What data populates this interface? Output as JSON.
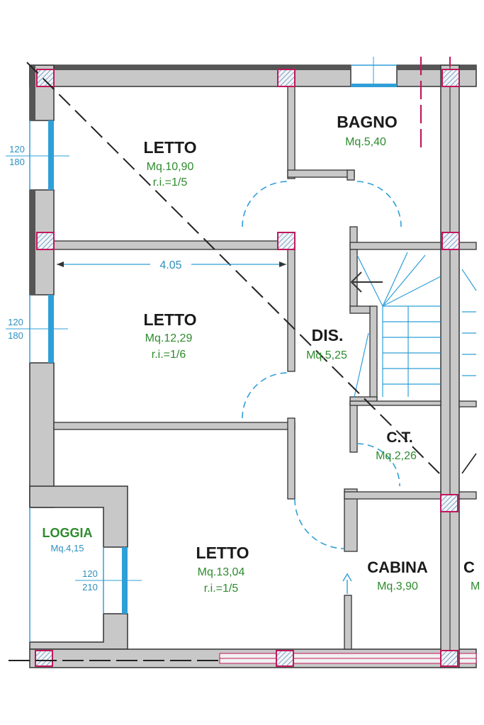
{
  "rooms": [
    {
      "name": "LETTO",
      "area": "Mq.10,90",
      "ratio": "r.i.=1/5"
    },
    {
      "name": "BAGNO",
      "area": "Mq.5,40"
    },
    {
      "name": "LETTO",
      "area": "Mq.12,29",
      "ratio": "r.i.=1/6"
    },
    {
      "name": "DIS.",
      "area": "Mq.5,25"
    },
    {
      "name": "C.T.",
      "area": "Mq.2,26"
    },
    {
      "name": "LOGGIA",
      "area": "Mq.4,15"
    },
    {
      "name": "LETTO",
      "area": "Mq.13,04",
      "ratio": "r.i.=1/5"
    },
    {
      "name": "CABINA",
      "area": "Mq.3,90"
    },
    {
      "name": "C",
      "area": "M"
    }
  ],
  "windows": [
    {
      "width": "120",
      "height": "180"
    },
    {
      "width": "120",
      "height": "180"
    },
    {
      "width": "120",
      "height": "210"
    }
  ],
  "dimensions": {
    "room_width": "4.05"
  },
  "colors": {
    "wall": "#c8c8c8",
    "wall_dark": "#7a7a7a",
    "column": "#c2185b",
    "window": "#2f9fd8",
    "area_text": "#2e8b2e"
  }
}
